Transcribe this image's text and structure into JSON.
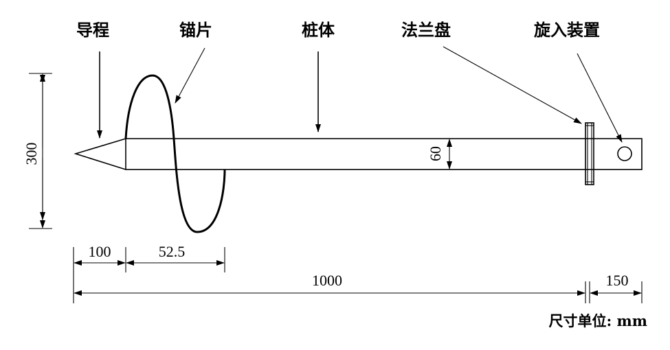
{
  "labels": {
    "guide": "导程",
    "anchor_plate": "锚片",
    "pile_body": "桩体",
    "flange": "法兰盘",
    "screw_device": "旋入装置"
  },
  "dimensions": {
    "height": "300",
    "pile_diameter": "60",
    "guide_length": "100",
    "pitch": "52.5",
    "body_length": "1000",
    "end_length": "150"
  },
  "unit_note": "尺寸单位: mm"
}
